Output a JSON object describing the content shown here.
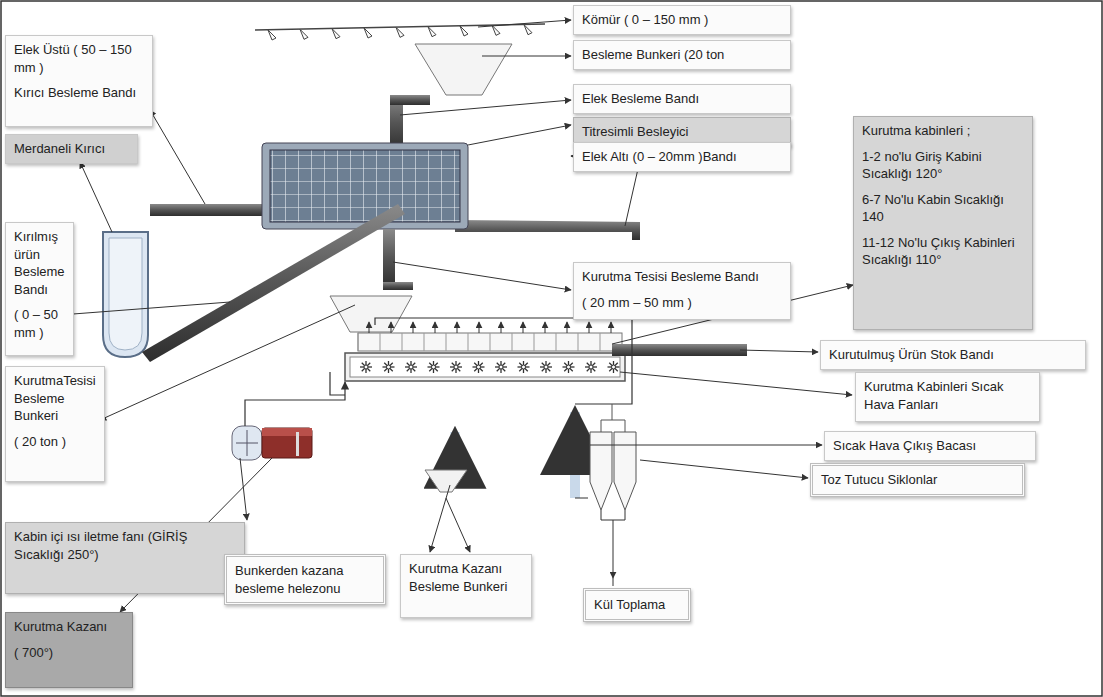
{
  "diagram": {
    "nodes": [
      {
        "text": [
          "Kömür ( 0 – 150 mm )"
        ]
      },
      {
        "text": [
          "Besleme Bunkeri (20 ton"
        ]
      },
      {
        "text": [
          "Elek Besleme Bandı"
        ]
      },
      {
        "text": [
          "Titresimli Besleyici"
        ]
      },
      {
        "text": [
          "Elek Altı (0 – 20mm )Bandı"
        ]
      },
      {
        "text": [
          "Kurutma kabinleri ;",
          "1-2 no'lu Giriş Kabini Sıcaklığı 120°",
          "6-7 No'lu Kabin Sıcaklığı 140",
          "11-12 No'lu Çıkış Kabinleri Sıcaklığı 110°"
        ]
      },
      {
        "text": [
          "Elek Üstü ( 50 – 150 mm )",
          "Kırıcı Besleme Bandı"
        ]
      },
      {
        "text": [
          "Merdaneli Kırıcı"
        ]
      },
      {
        "text": [
          "Kırılmış ürün Besleme Bandı",
          "( 0 – 50 mm )"
        ]
      },
      {
        "text": [
          "Kurutma Tesisi Besleme Bandı",
          "( 20 mm – 50 mm )"
        ]
      },
      {
        "text": [
          "Kurutulmuş Ürün Stok Bandı"
        ]
      },
      {
        "text": [
          "Kurutma Kabinleri Sıcak Hava Fanları"
        ]
      },
      {
        "text": [
          "KurutmaTesisi Besleme Bunkeri",
          "( 20 ton )"
        ]
      },
      {
        "text": [
          "Sıcak Hava Çıkış Bacası"
        ]
      },
      {
        "text": [
          "Kabin içi ısı iletme fanı (GİRİŞ Sıcaklığı 250°)"
        ]
      },
      {
        "text": [
          "Toz Tutucu Siklonlar"
        ]
      },
      {
        "text": [
          "Kurutma Kazanı",
          "( 700°)"
        ]
      },
      {
        "text": [
          "Bunkerden kazana besleme helezonu"
        ]
      },
      {
        "text": [
          "Kurutma Kazanı Besleme Bunkeri"
        ]
      },
      {
        "text": [
          "Kül Toplama"
        ]
      }
    ]
  }
}
